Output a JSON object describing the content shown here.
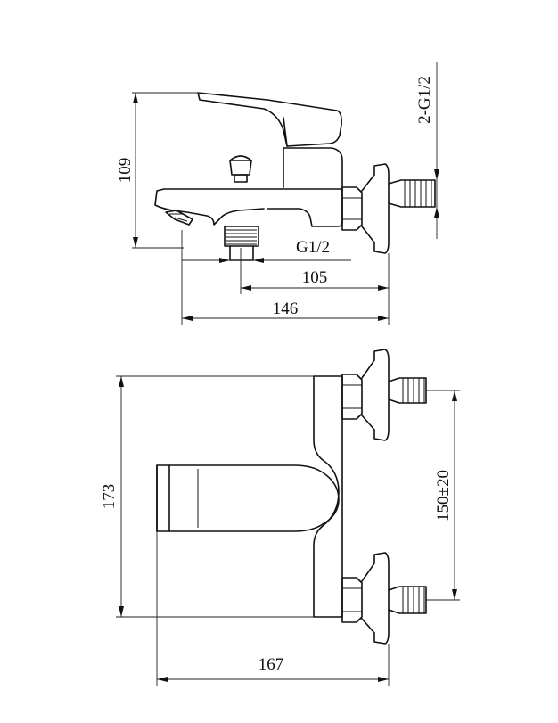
{
  "dimensions": {
    "height_side": "109",
    "thread_outlet": "G1/2",
    "spout_to_wall": "105",
    "overall_depth": "146",
    "inlet_thread": "2-G1/2",
    "overall_height": "173",
    "inlet_spacing": "150±20",
    "overall_width": "167"
  }
}
